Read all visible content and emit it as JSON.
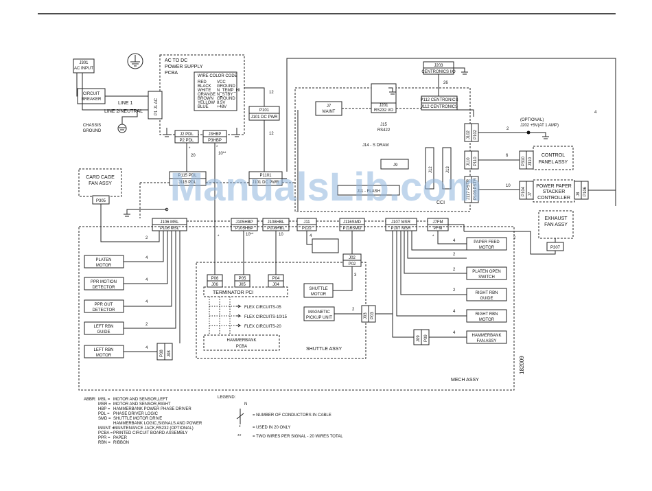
{
  "watermark": "ManualsLib.com",
  "figure_number": "182009",
  "boxes": {
    "j301": [
      "J301",
      "AC INPUT"
    ],
    "circuit_breaker": [
      "CIRCUIT",
      "BREAKER"
    ],
    "ac_dc": [
      "AC TO DC",
      "POWER SUPPLY",
      "PCBA"
    ],
    "p1_j1ac": "P1 J1 AC",
    "p2pdl": [
      "J2 PDL",
      "P2 PDL"
    ],
    "j3hbp": [
      "J3HBP",
      "P3HBP"
    ],
    "p101": [
      "P101",
      "J101 DC PWR"
    ],
    "j7maint": [
      "J7",
      "MAINT"
    ],
    "j201": [
      "J201",
      "RS232 I/O"
    ],
    "j15": [
      "J15",
      "RS422"
    ],
    "j14": "J14 - S DRAM",
    "j9": "J9",
    "j11": "J11 - FLASH",
    "j12": "J12",
    "j13": "J13",
    "cci": "CCI",
    "j203": [
      "J203",
      "CENTRONICS I/O"
    ],
    "p112": [
      "P112 CENTRONICS",
      "J112 CENTRONICS"
    ],
    "optional": [
      "(OPTIONAL)",
      "J202 +5V(AT 1 AMP)"
    ],
    "j102": [
      "J102",
      "P102"
    ],
    "j110": [
      "J110",
      "P110"
    ],
    "p310": "P310",
    "j310": "J310",
    "control_panel": [
      "CONTROL",
      "PANEL ASSY"
    ],
    "j117": [
      "J117 PSTR",
      "P103 PSTR"
    ],
    "p104": "P104",
    "j7b": "J7",
    "stacker": [
      "POWER PAPER",
      "STACKER",
      "CONTROLLER"
    ],
    "j8": "J8",
    "p106": "P106",
    "exhaust": [
      "EXHAUST",
      "FAN ASSY"
    ],
    "p307": "P307",
    "card_cage": [
      "CARD CAGE",
      "FAN ASSY"
    ],
    "p305": "P305",
    "p115": [
      "P115 PDL",
      "J115 PDL"
    ],
    "p1101": [
      "P1101",
      "J101 DC PWR"
    ],
    "j106": [
      "J106 MSL",
      "P106 MSL"
    ],
    "j105": [
      "J105HBP",
      "P105HBP"
    ],
    "j108": [
      "J108HBL",
      "P108HBL"
    ],
    "j11p": [
      "J11",
      "P122"
    ],
    "j116": [
      "J116SMD",
      "P116SMD"
    ],
    "j107": [
      "J107 MSR",
      "P107 MSR"
    ],
    "jpfm": [
      "J7FM",
      "PFM"
    ],
    "platen_motor": [
      "PLATEN",
      "MOTOR"
    ],
    "ppr_motion": [
      "PPR MOTION",
      "DETECTOR"
    ],
    "ppr_out": [
      "PPR OUT",
      "DETECTOR"
    ],
    "left_rbn_guide": [
      "LEFT RBN",
      "GUIDE"
    ],
    "left_rbn_motor": [
      "LEFT RBN",
      "MOTOR"
    ],
    "p08j08": [
      "P08",
      "J08"
    ],
    "p06": [
      "P06",
      "J06"
    ],
    "p05": [
      "P05",
      "J05"
    ],
    "p04": [
      "P04",
      "J04"
    ],
    "terminator": "TERMINATOR PCI",
    "flex1": "FLEX CIRCUITS-05",
    "flex2": "FLEX CIRCUITS-10/15",
    "flex3": "FLEX CIRCUITS-20",
    "hammerbank_pcba": [
      "HAMMERBANK",
      "PCBA"
    ],
    "j02": [
      "J02",
      "P02"
    ],
    "shuttle_motor": [
      "SHUTTLE",
      "MOTOR"
    ],
    "magnetic": [
      "MAGNETIC",
      "PICKUP UNIT"
    ],
    "j03": [
      "J03",
      "P03"
    ],
    "shuttle_assy": "SHUTTLE ASSY",
    "paper_feed": [
      "PAPER FEED",
      "MOTOR"
    ],
    "platen_open": [
      "PLATEN OPEN",
      "SWITCH"
    ],
    "right_rbn_guide": [
      "RIGHT RBN",
      "GUIDE"
    ],
    "right_rbn_motor": [
      "RIGHT RBN",
      "MOTOR"
    ],
    "j09": [
      "J09",
      "P09"
    ],
    "hammerbank_fan": [
      "HAMMERBANK",
      "FAN ASSY"
    ],
    "mech_assy": "MECH ASSY"
  },
  "labels": {
    "line1": "LINE 1",
    "line2": "LINE 2/NEUTRAL",
    "chassis": [
      "CHASSIS",
      "GROUND"
    ]
  },
  "wire_code": {
    "title": "WIRE COLOR CODE",
    "rows": [
      [
        "RED",
        "VCC"
      ],
      [
        "BLACK",
        "GROUND"
      ],
      [
        "WHITE",
        "N_TEMP_HI"
      ],
      [
        "ORANGE",
        "N_STBY"
      ],
      [
        "BROWN",
        "GROUND"
      ],
      [
        "YELLOW",
        "8.5V"
      ],
      [
        "BLUE",
        "+48V"
      ]
    ]
  },
  "wire_counts": {
    "c12a": "12",
    "c12b": "12",
    "c20": "20",
    "c1020": "10**",
    "c26": "26",
    "c2a": "2",
    "c6": "6",
    "c10a": "10",
    "c4a": "4",
    "c2b": "2",
    "c4b": "4",
    "c4c": "4",
    "c4d": "4",
    "c2c": "2",
    "c4e": "4",
    "c1020b": "10**",
    "c10b": "10",
    "c4f": "4",
    "c3": "3",
    "c2d": "2",
    "c4g": "4",
    "c2e": "2",
    "c2f": "2",
    "c2g": "2",
    "c4h": "4",
    "c2h": "2",
    "c4i": "4"
  },
  "abbr": {
    "title": "ABBR:",
    "rows": [
      [
        "MSL =",
        "MOTOR AND SENSOR,LEFT"
      ],
      [
        "MSR =",
        "MOTOR AND SENSOR,RIGHT"
      ],
      [
        "HBP =",
        "HAMMERBANK POWER PHASE DRIVER"
      ],
      [
        "PDL =",
        "PHASE DRIVER LOGIC"
      ],
      [
        "SMD =",
        "SHUTTLE MOTOR DRIVE"
      ],
      [
        "",
        "HAMMERBANK LOGIC,SIGNALS AND POWER"
      ],
      [
        "MAINT =",
        "MAINTENANCE JACK,RS232 (OPTIONAL)"
      ],
      [
        "PCBA =",
        "PRINTED CIRCUIT BOARD ASSEMBLY"
      ],
      [
        "PPR =",
        "PAPER"
      ],
      [
        "RBN =",
        "RIBBON"
      ]
    ]
  },
  "legend": {
    "title": "LEGEND:",
    "n": "N",
    "conductors": "= NUMBER OF CONDUCTORS IN CABLE",
    "star": "*",
    "star_text": "= USED IN 20 ONLY",
    "dstar": "**",
    "dstar_text": "= TWO WIRES PER SIGNAL - 20 WIRES TOTAL"
  }
}
